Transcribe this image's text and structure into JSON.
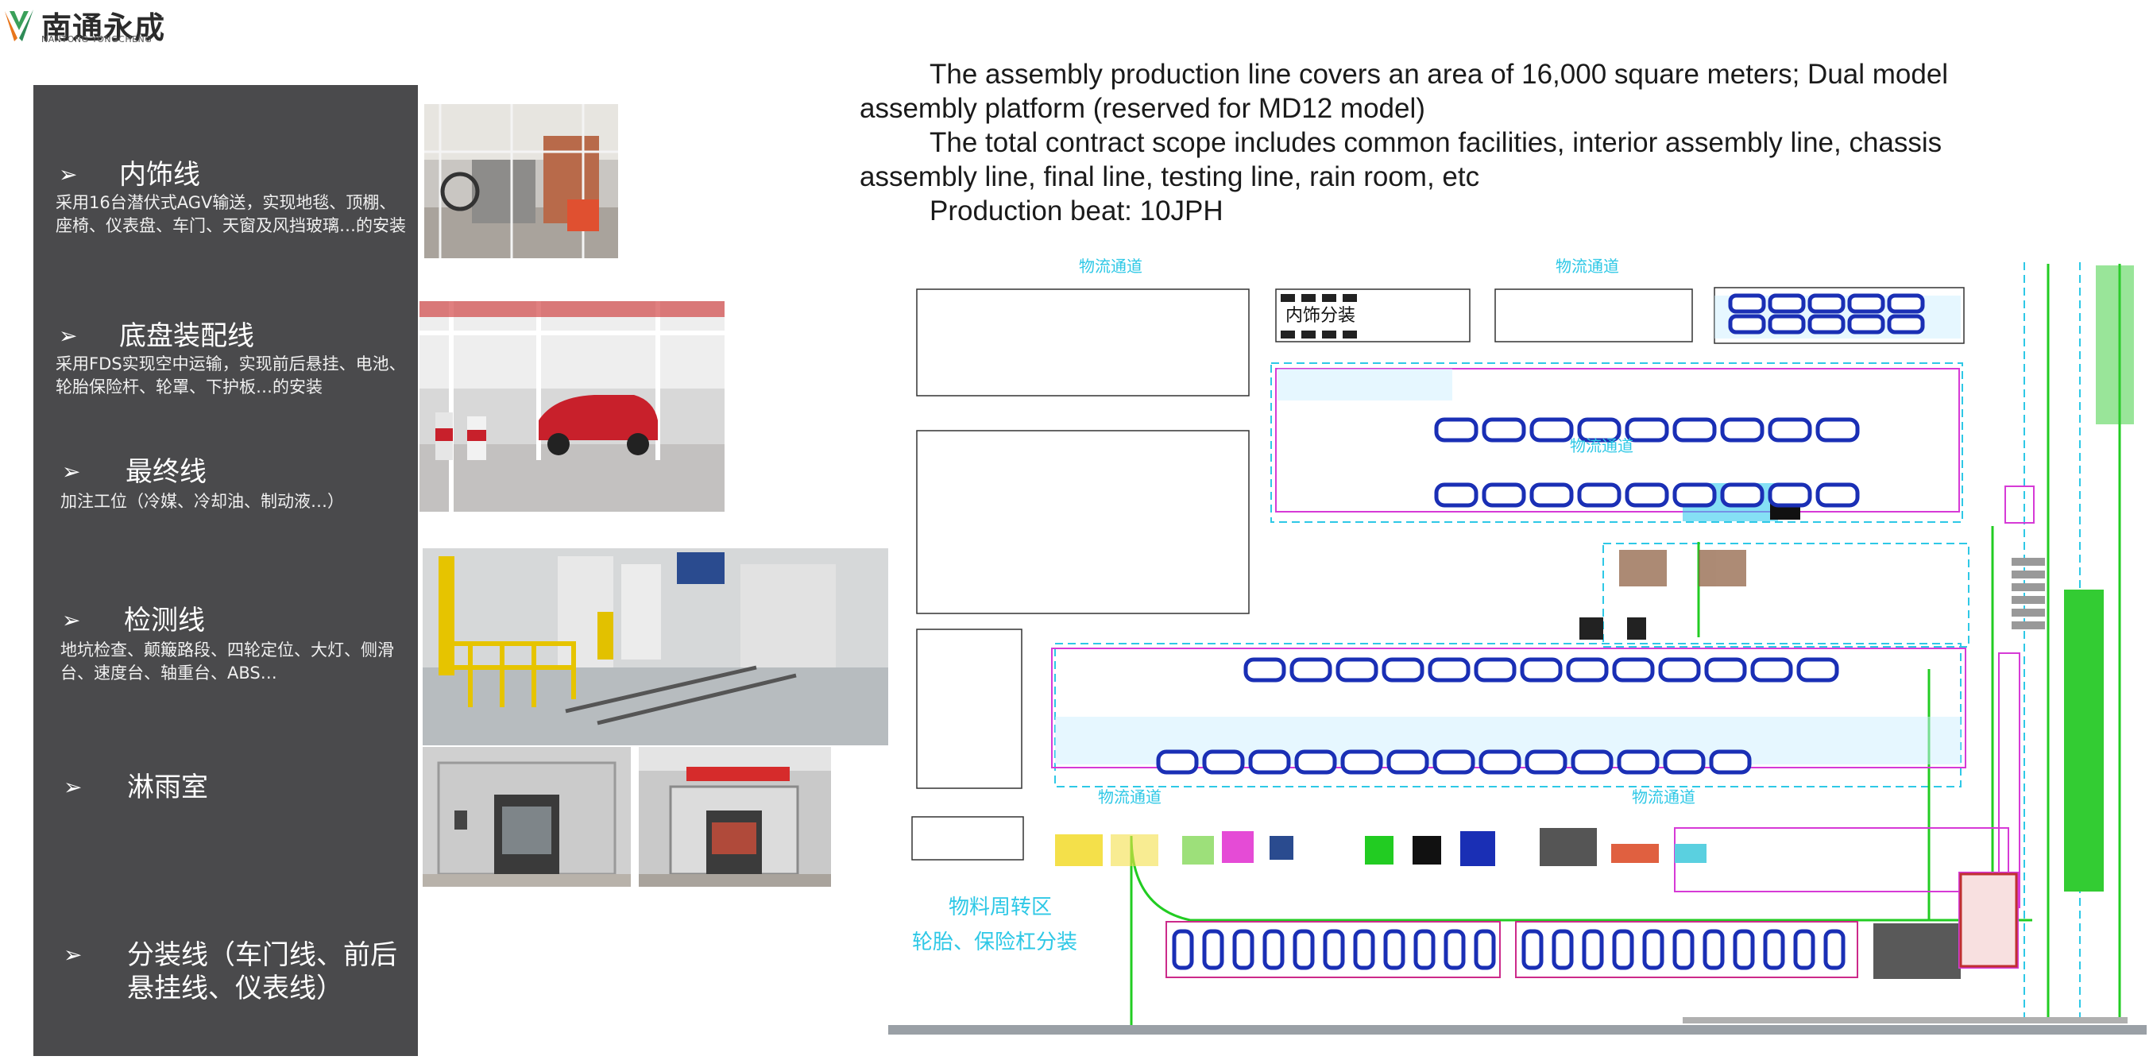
{
  "logo": {
    "name_cn": "南通永成",
    "name_en": "NANTONG YONGCHENG"
  },
  "sections": [
    {
      "arrow": "➢",
      "title": "内饰线",
      "desc": "采用16台潜伏式AGV输送，实现地毯、顶棚、座椅、仪表盘、车门、天窗及风挡玻璃…的安装"
    },
    {
      "arrow": "➢",
      "title": "底盘装配线",
      "desc": "采用FDS实现空中运输，实现前后悬挂、电池、轮胎保险杆、轮罩、下护板…的安装"
    },
    {
      "arrow": "➢",
      "title": "最终线",
      "desc": "加注工位（冷媒、冷却油、制动液…）"
    },
    {
      "arrow": "➢",
      "title": "检测线",
      "desc": "地坑检查、颠簸路段、四轮定位、大灯、侧滑台、速度台、轴重台、ABS…"
    },
    {
      "arrow": "➢",
      "title": "淋雨室",
      "desc": ""
    },
    {
      "arrow": "➢",
      "title": "分装线（车门线、前后悬挂线、仪表线）",
      "desc": ""
    }
  ],
  "intro": {
    "p1": "The assembly production line covers an area of 16,000 square meters; Dual model assembly platform (reserved for MD12 model)",
    "p2": "The total contract scope includes common facilities, interior assembly line, chassis assembly line, final line, testing line, rain room, etc",
    "p3": "Production beat: 10JPH"
  },
  "floorplan": {
    "labels": {
      "channel_top_left": "物流通道",
      "channel_top_right": "物流通道",
      "interior_subassembly": "内饰分装",
      "channel_middle": "物流通道",
      "channel_lower_left": "物流通道",
      "channel_lower_right": "物流通道",
      "material_area_1": "物料周转区",
      "material_area_2": "轮胎、保险杠分装"
    }
  },
  "colors": {
    "panel_bg": "#4a4a4c",
    "logo_orange": "#e8761c",
    "logo_green": "#2e8b57",
    "plan_blue": "#1a2fb5",
    "plan_cyan": "#2ec8e6",
    "plan_green": "#22cc22",
    "plan_magenta": "#d63ad6"
  }
}
